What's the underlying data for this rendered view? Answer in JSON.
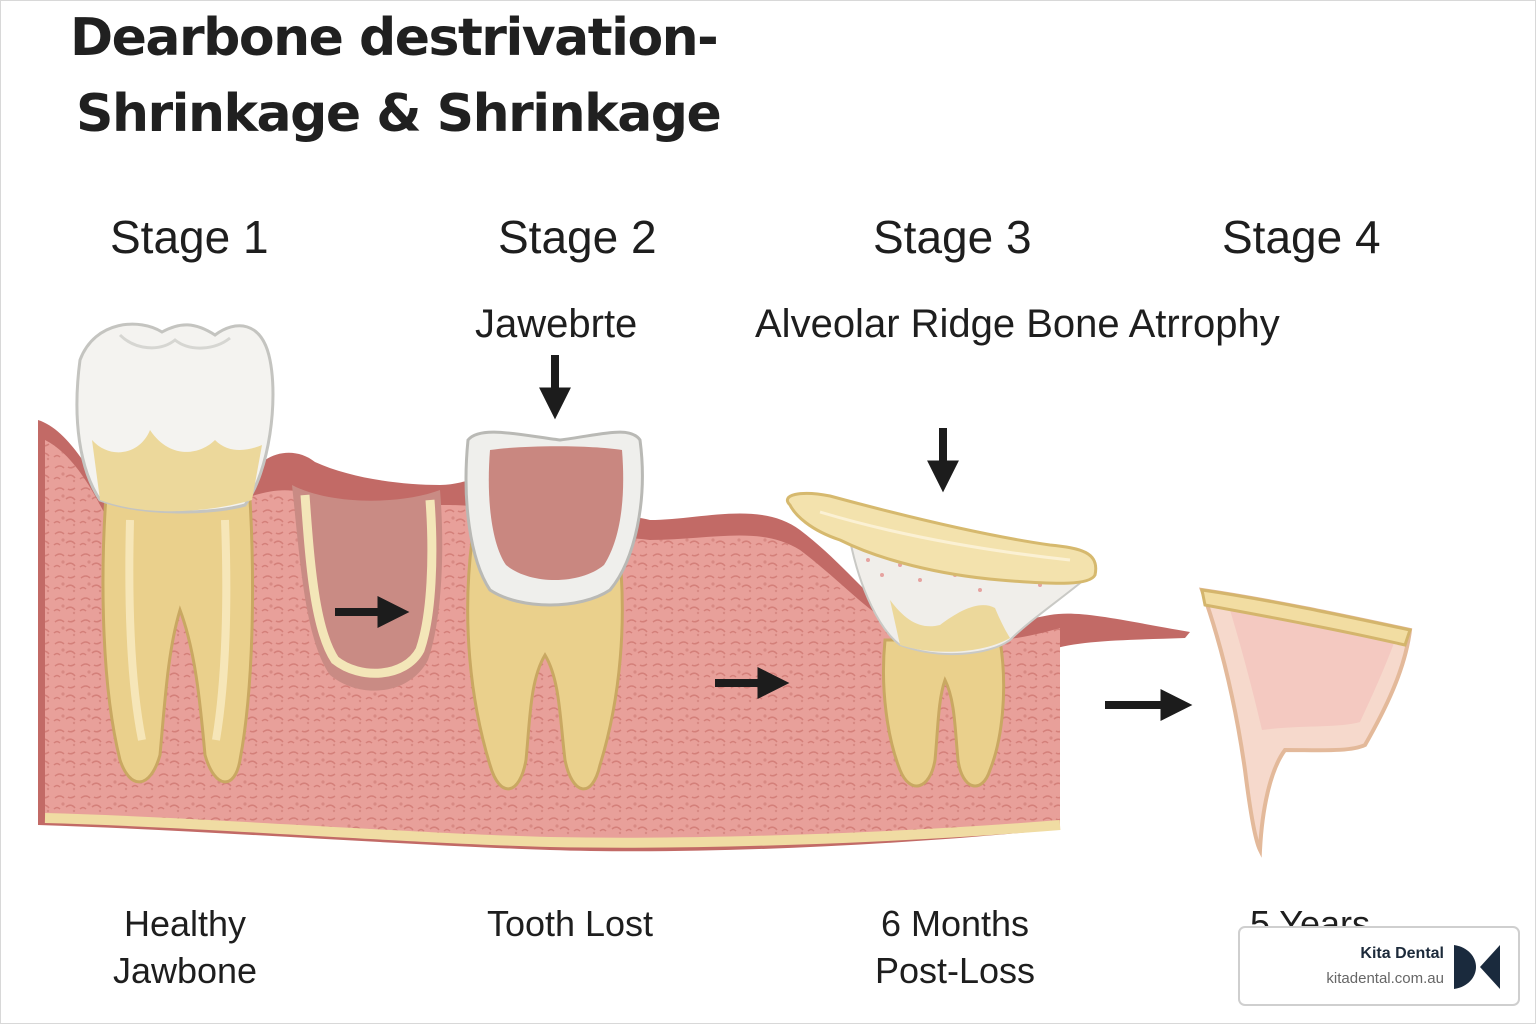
{
  "title": {
    "line1": "Dearbone destrivation-",
    "line2": "Shrinkage & Shrinkage"
  },
  "stages": [
    {
      "name": "Stage 1",
      "caption": [
        "Healthy",
        "Jawbone"
      ]
    },
    {
      "name": "Stage 2",
      "label": "Jawebrte",
      "caption": [
        "Tooth Lost"
      ]
    },
    {
      "name": "Stage 3",
      "label": "Alveolar Ridge Bone Atrrophy",
      "caption": [
        "6 Months",
        "Post-Loss"
      ]
    },
    {
      "name": "Stage 4",
      "caption": [
        "5 Years"
      ]
    }
  ],
  "badge": {
    "name": "Kita Dental",
    "url": "kitadental.com.au"
  },
  "colors": {
    "gum": "#e9a19a",
    "gum_dark": "#b85858",
    "bone_yellow": "#f0dca3",
    "enamel": "#f3f3f1",
    "arrow": "#1c1c1c",
    "brand": "#1a2a3d"
  }
}
